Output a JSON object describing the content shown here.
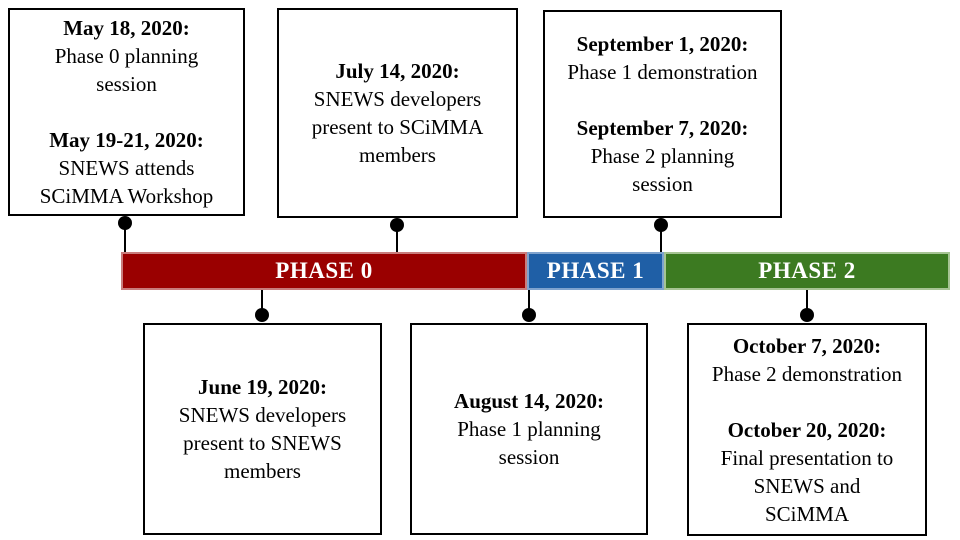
{
  "timeline": {
    "phases": [
      {
        "label": "PHASE 0",
        "color": "#9A0000"
      },
      {
        "label": "PHASE 1",
        "color": "#1F5FA6"
      },
      {
        "label": "PHASE 2",
        "color": "#3C7A21"
      }
    ]
  },
  "events": {
    "top": [
      {
        "entries": [
          {
            "date": "May 18, 2020:",
            "desc": "Phase 0 planning\nsession"
          },
          {
            "date": "May 19-21, 2020:",
            "desc": "SNEWS attends\nSCiMMA Workshop"
          }
        ]
      },
      {
        "entries": [
          {
            "date": "July 14, 2020:",
            "desc": "SNEWS developers\npresent to SCiMMA\nmembers"
          }
        ]
      },
      {
        "entries": [
          {
            "date": "September 1, 2020:",
            "desc": "Phase 1 demonstration"
          },
          {
            "date": "September 7, 2020:",
            "desc": "Phase 2 planning\nsession"
          }
        ]
      }
    ],
    "bottom": [
      {
        "entries": [
          {
            "date": "June 19, 2020:",
            "desc": "SNEWS developers\npresent to SNEWS\nmembers"
          }
        ]
      },
      {
        "entries": [
          {
            "date": "August 14, 2020:",
            "desc": "Phase 1 planning\nsession"
          }
        ]
      },
      {
        "entries": [
          {
            "date": "October 7, 2020:",
            "desc": "Phase 2 demonstration"
          },
          {
            "date": "October 20, 2020:",
            "desc": "Final presentation to\nSNEWS and\nSCiMMA"
          }
        ]
      }
    ]
  }
}
